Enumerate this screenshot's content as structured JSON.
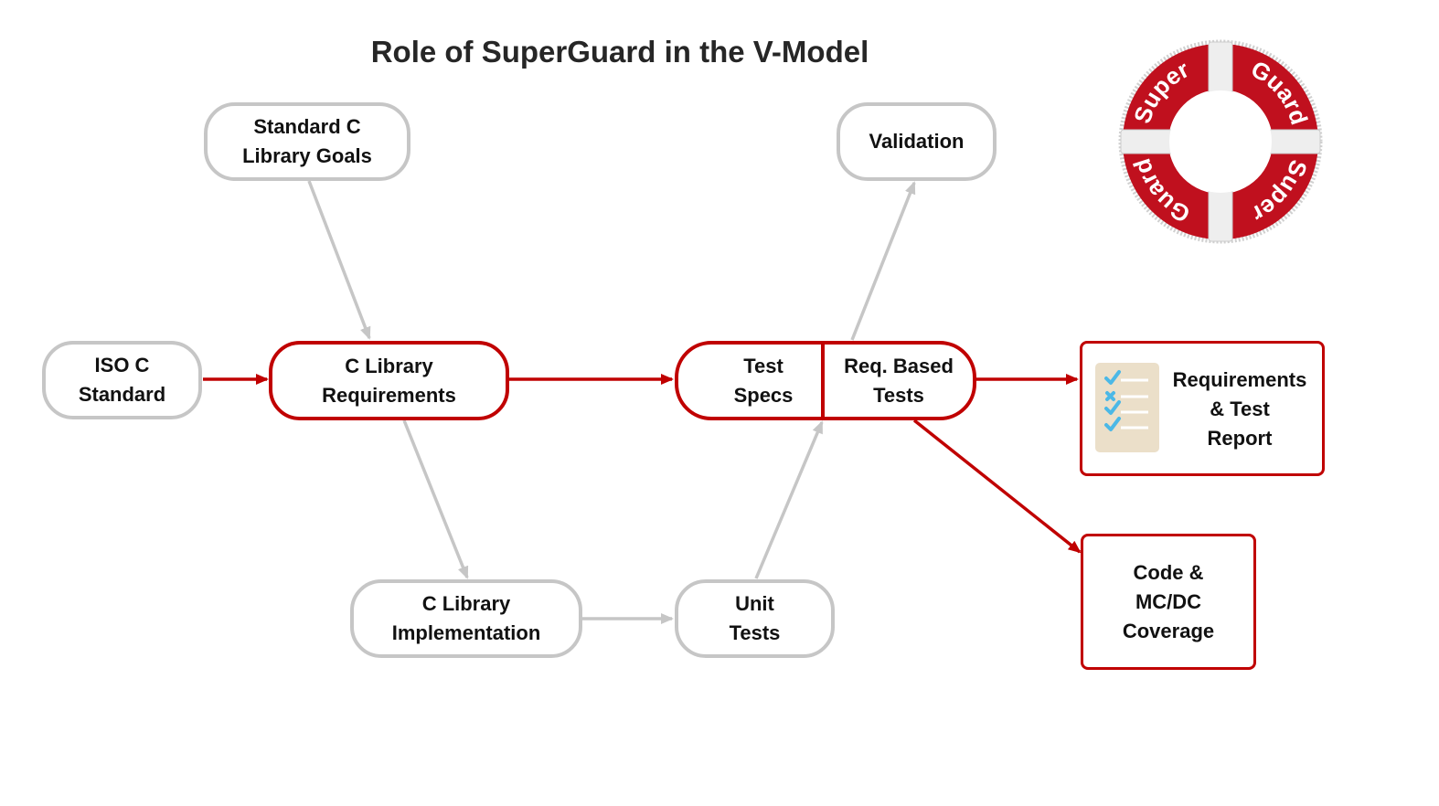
{
  "title": "Role of SuperGuard in the V-Model",
  "logo": {
    "name": "SuperGuard lifebuoy logo",
    "words": [
      "Super",
      "Guard",
      "Super",
      "Guard"
    ]
  },
  "colors": {
    "accent_red": "#c00000",
    "neutral_gray": "#c6c6c6",
    "icon_bg": "#ebdfc9",
    "check_blue": "#4bb8e6",
    "text": "#111111"
  },
  "nodes": {
    "iso_c_standard": "ISO C\nStandard",
    "std_lib_goals": "Standard C\nLibrary Goals",
    "c_lib_requirements": "C Library\nRequirements",
    "c_lib_implementation": "C Library\nImplementation",
    "unit_tests": "Unit\nTests",
    "test_specs": "Test\nSpecs",
    "req_based_tests": "Req. Based\nTests",
    "validation": "Validation",
    "report": "Requirements\n& Test\nReport",
    "coverage": "Code &\nMC/DC\nCoverage"
  },
  "report_icon": {
    "items": [
      "check",
      "cross",
      "check",
      "check"
    ]
  },
  "edges": [
    {
      "from": "iso_c_standard",
      "to": "c_lib_requirements",
      "style": "red"
    },
    {
      "from": "std_lib_goals",
      "to": "c_lib_requirements",
      "style": "gray"
    },
    {
      "from": "c_lib_requirements",
      "to": "test_specs",
      "style": "red"
    },
    {
      "from": "c_lib_requirements",
      "to": "c_lib_implementation",
      "style": "gray"
    },
    {
      "from": "c_lib_implementation",
      "to": "unit_tests",
      "style": "gray"
    },
    {
      "from": "unit_tests",
      "to": "req_based_tests",
      "style": "gray"
    },
    {
      "from": "req_based_tests",
      "to": "validation",
      "style": "gray"
    },
    {
      "from": "req_based_tests",
      "to": "report",
      "style": "red"
    },
    {
      "from": "req_based_tests",
      "to": "coverage",
      "style": "red"
    }
  ]
}
